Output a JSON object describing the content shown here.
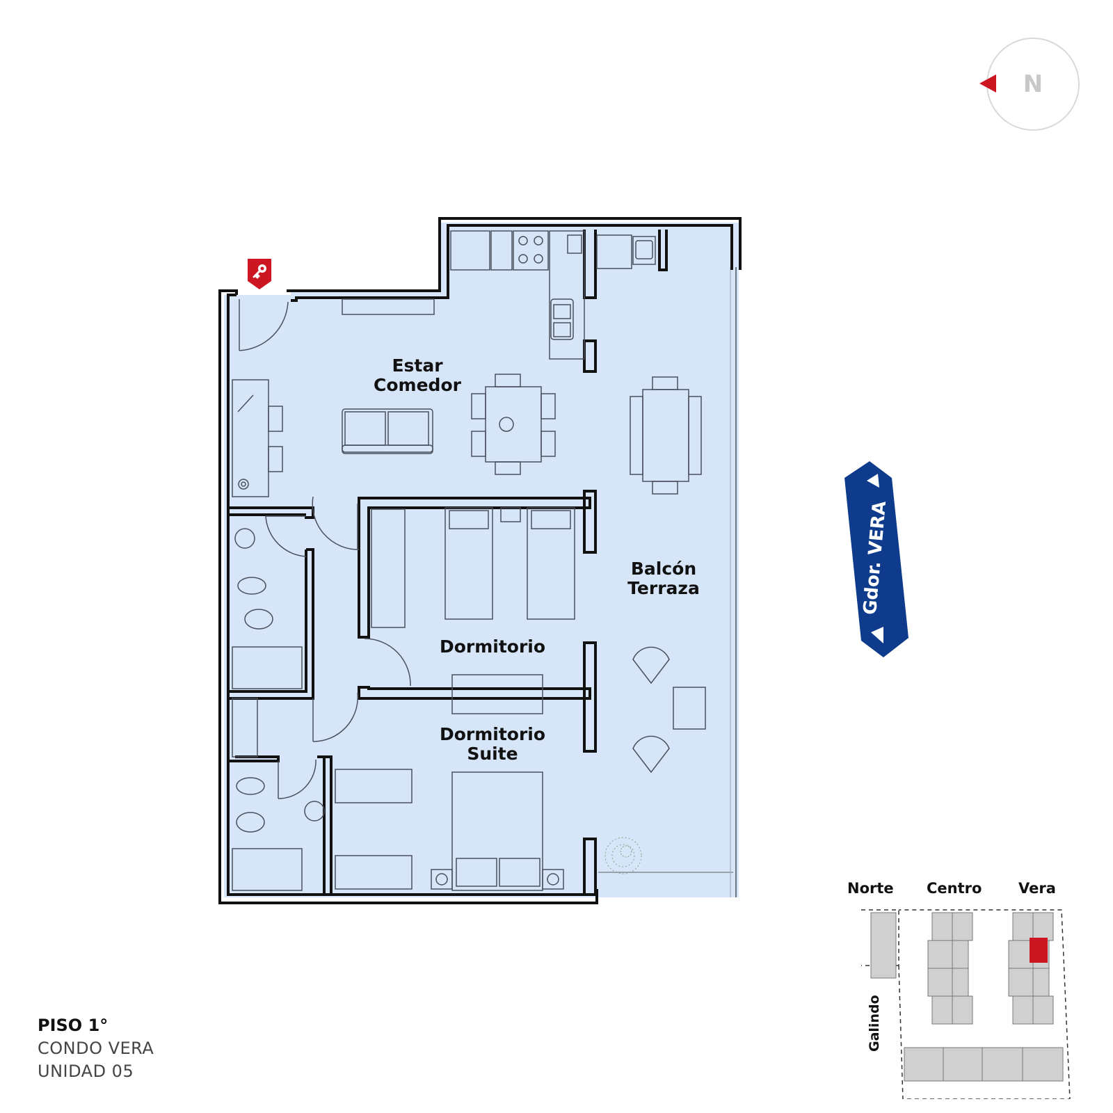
{
  "rooms": {
    "living": [
      "Estar",
      "Comedor"
    ],
    "balcony": [
      "Balcón",
      "Terraza"
    ],
    "bedroom": "Dormitorio",
    "suite": [
      "Dormitorio",
      "Suite"
    ]
  },
  "info": {
    "floor": "PISO 1°",
    "building": "CONDO VERA",
    "unit": "UNIDAD 05"
  },
  "compass": {
    "label": "N"
  },
  "street": {
    "label": "Gdor. VERA"
  },
  "key_map": {
    "labels": [
      "Norte",
      "Centro",
      "Vera"
    ],
    "side_street": "Galindo"
  },
  "colors": {
    "fill": "#d6e6f8",
    "wall": "#111111",
    "fixture": "#4a4f5c",
    "accent_red": "#cc1722",
    "street_blue": "#0e3b8b",
    "map_block": "#d0d0d0"
  }
}
